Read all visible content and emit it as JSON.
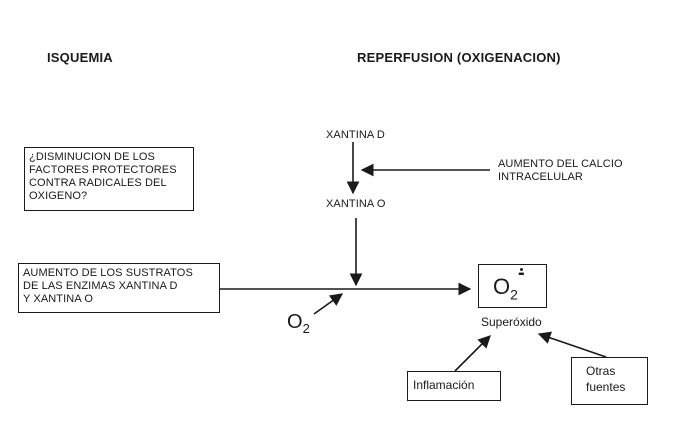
{
  "headings": {
    "left": "ISQUEMIA",
    "right": "REPERFUSION (OXIGENACION)"
  },
  "boxes": {
    "question_lines": [
      "¿DISMINUCION DE LOS",
      "FACTORES PROTECTORES",
      "CONTRA RADICALES DEL",
      "OXIGENO?"
    ],
    "substrates_lines": [
      "AUMENTO DE LOS SUSTRATOS",
      "DE LAS ENZIMAS XANTINA D",
      "Y XANTINA O"
    ],
    "superoxide_symbol": "O",
    "superoxide_subscript": "2",
    "superoxide_charge": "-",
    "inflammation": "Inflamación",
    "other_sources_lines": [
      "Otras",
      "fuentes"
    ]
  },
  "labels": {
    "xantina_d": "XANTINA  D",
    "xantina_o": "XANTINA  O",
    "calcium_lines": [
      "AUMENTO DEL CALCIO",
      "INTRACELULAR"
    ],
    "o2_symbol": "O",
    "o2_subscript": "2",
    "superoxide_name": "Superóxido"
  }
}
